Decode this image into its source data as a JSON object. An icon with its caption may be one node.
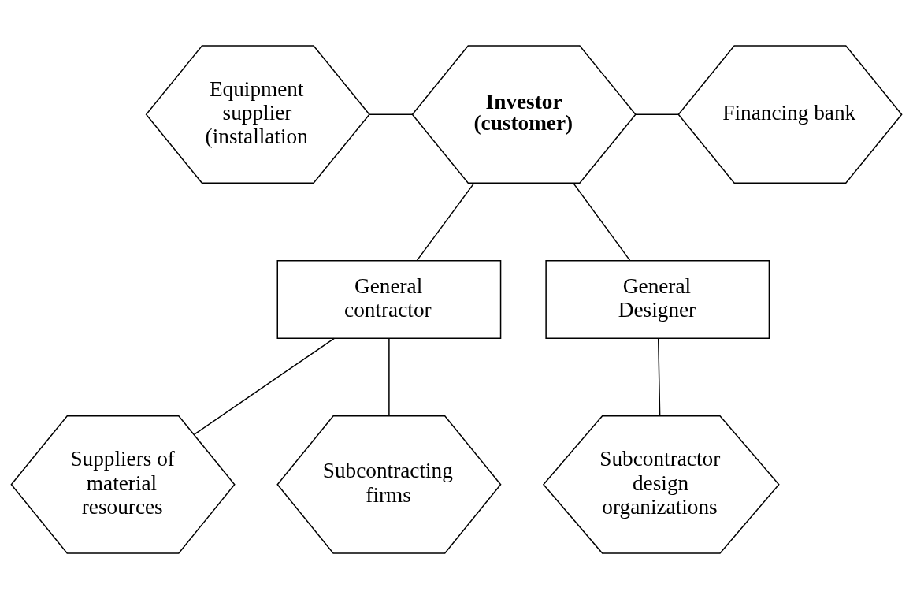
{
  "diagram": {
    "nodes": [
      {
        "text": [
          "Equipment supplier (installation"
        ]
      },
      {
        "text": [
          "Investor (customer)"
        ]
      },
      {
        "text": [
          "Financing bank"
        ]
      },
      {
        "text": [
          "General contractor"
        ]
      },
      {
        "text": [
          "General Designer"
        ]
      },
      {
        "text": [
          "Suppliers of material resources"
        ]
      },
      {
        "text": [
          "Subcontracting firms"
        ]
      },
      {
        "text": [
          "Subcontractor design organizations"
        ]
      }
    ],
    "edges": [
      {
        "from": 0,
        "to": 1,
        "arrow": "none"
      },
      {
        "from": 1,
        "to": 2,
        "arrow": "none"
      },
      {
        "from": 1,
        "to": 3,
        "arrow": "none"
      },
      {
        "from": 1,
        "to": 4,
        "arrow": "none"
      },
      {
        "from": 3,
        "to": 5,
        "arrow": "none"
      },
      {
        "from": 3,
        "to": 6,
        "arrow": "none"
      },
      {
        "from": 4,
        "to": 7,
        "arrow": "none"
      }
    ]
  }
}
